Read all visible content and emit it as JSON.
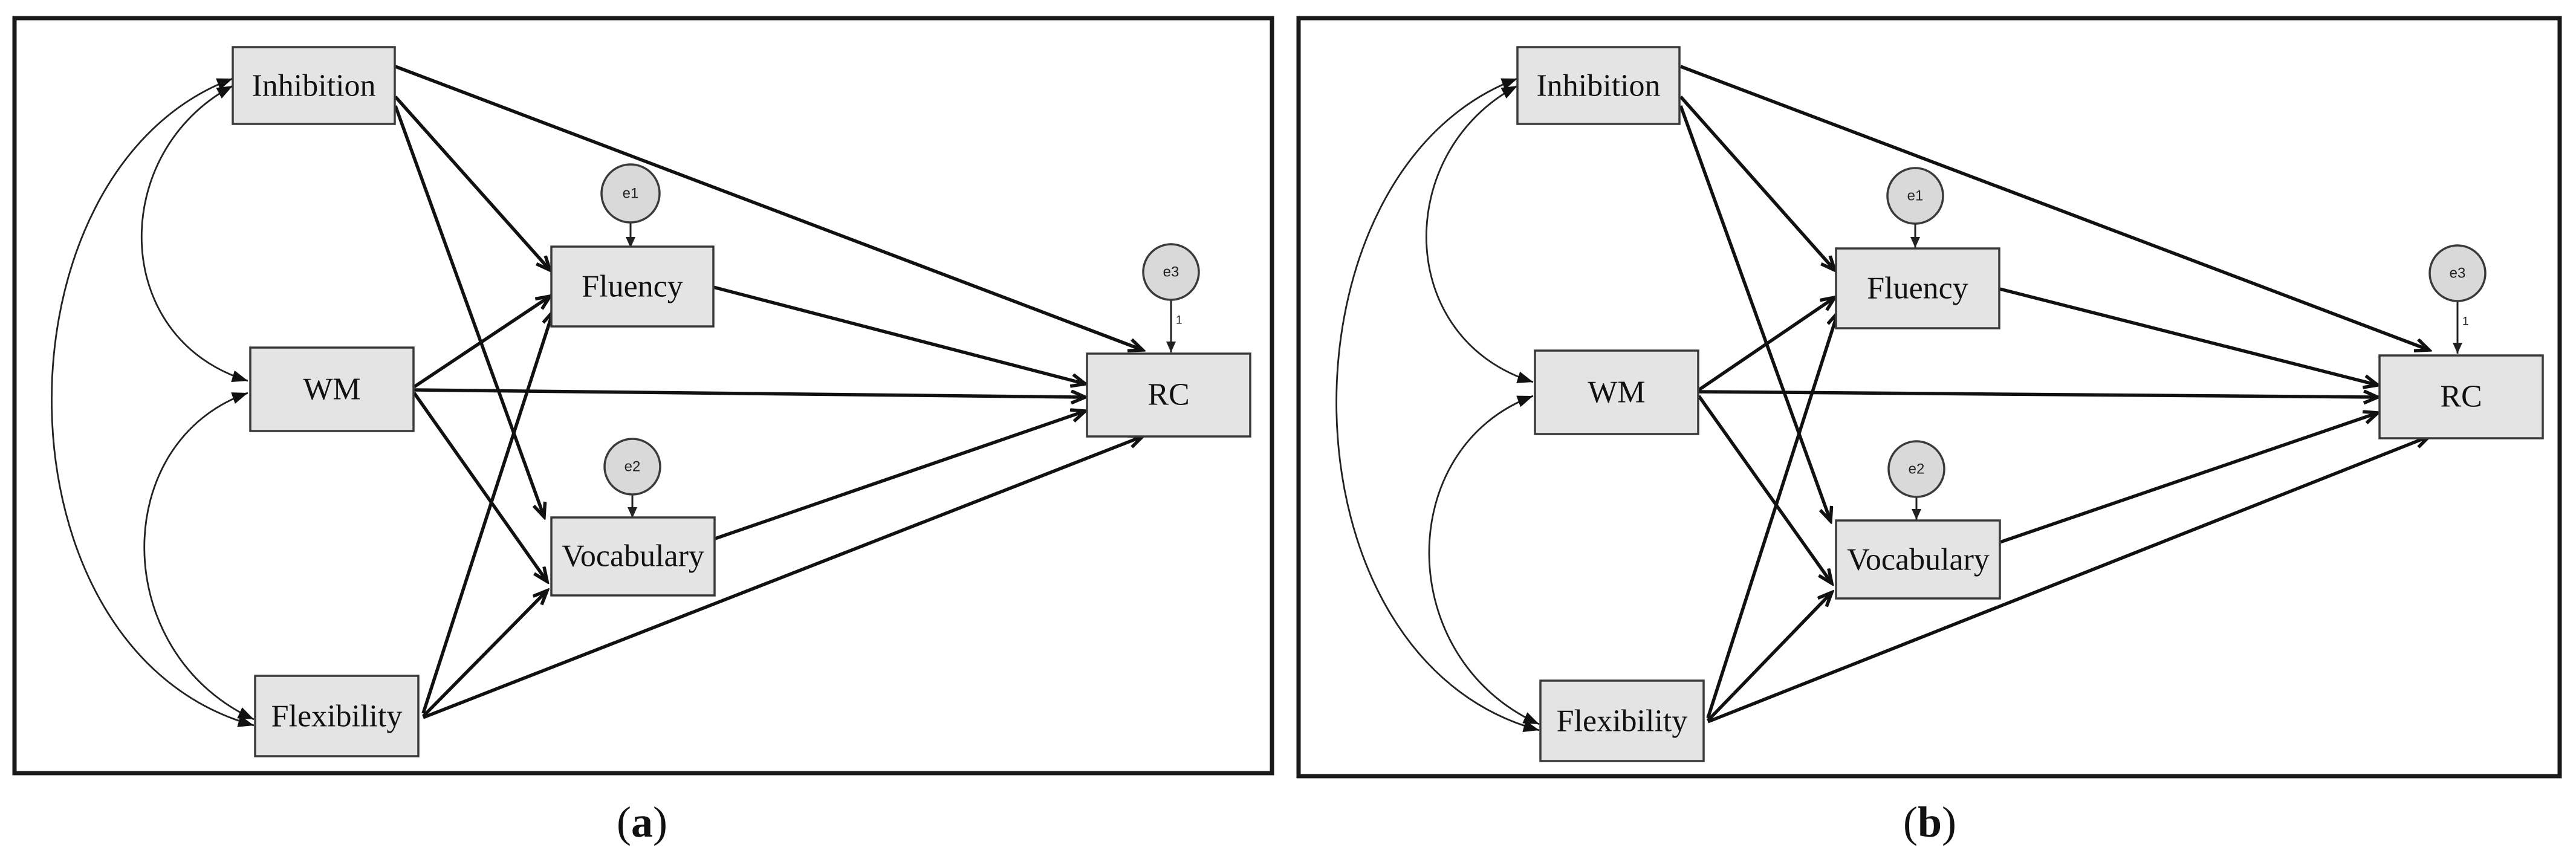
{
  "panels": [
    {
      "caption_open": "(",
      "caption_letter": "a",
      "caption_close": ")",
      "nodes": {
        "inhibition": "Inhibition",
        "wm": "WM",
        "flexibility": "Flexibility",
        "fluency": "Fluency",
        "vocabulary": "Vocabulary",
        "rc": "RC"
      },
      "errors": {
        "e1": "e1",
        "e2": "e2",
        "e3": "e3"
      },
      "fixed_path_label": "1"
    },
    {
      "caption_open": "(",
      "caption_letter": "b",
      "caption_close": ")",
      "nodes": {
        "inhibition": "Inhibition",
        "wm": "WM",
        "flexibility": "Flexibility",
        "fluency": "Fluency",
        "vocabulary": "Vocabulary",
        "rc": "RC"
      },
      "errors": {
        "e1": "e1",
        "e2": "e2",
        "e3": "e3"
      },
      "fixed_path_label": "1"
    }
  ],
  "colors": {
    "frame": "#1a1a1a",
    "node_fill": "#e4e4e4",
    "error_fill": "#d9d9d9",
    "line": "#111111"
  }
}
